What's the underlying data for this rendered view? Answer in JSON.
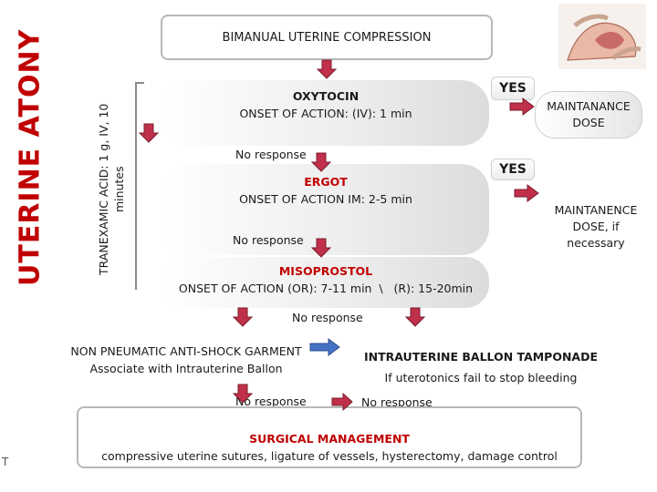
{
  "side_title": "UTERINE ATONY",
  "side_note": "TRANEXAMIC ACID: 1 g, IV, 10 minutes",
  "step1": {
    "label": "BIMANUAL UTERINE COMPRESSION"
  },
  "step2": {
    "title": "OXYTOCIN",
    "detail": "ONSET OF ACTION: (IV): 1 min"
  },
  "step3": {
    "title": "ERGOT",
    "detail": "ONSET OF ACTION IM: 2-5 min"
  },
  "step4": {
    "title": "MISOPROSTOL",
    "detail": "ONSET OF ACTION (OR): 7-11 min  \\   (R): 15-20min"
  },
  "yes1": "YES",
  "yes2": "YES",
  "maint1": "MAINTANANCE DOSE",
  "maint2": "MAINTANENCE DOSE, if necessary",
  "no_response": "No response",
  "left_box": {
    "title": "NON PNEUMATIC ANTI-SHOCK GARMENT",
    "detail": "Associate with Intrauterine Ballon"
  },
  "right_box": {
    "title": "INTRAUTERINE BALLON TAMPONADE",
    "detail": "If uterotonics fail to stop bleeding"
  },
  "final": {
    "title": "SURGICAL MANAGEMENT",
    "detail": "compressive uterine sutures, ligature of vessels, hysterectomy, damage control"
  },
  "corner_mark": "T",
  "colors": {
    "title_red": "#c00000",
    "arrow_red": "#c0304a",
    "arrow_blue": "#4472c4",
    "arrow_edge": "#2f4f8f"
  }
}
